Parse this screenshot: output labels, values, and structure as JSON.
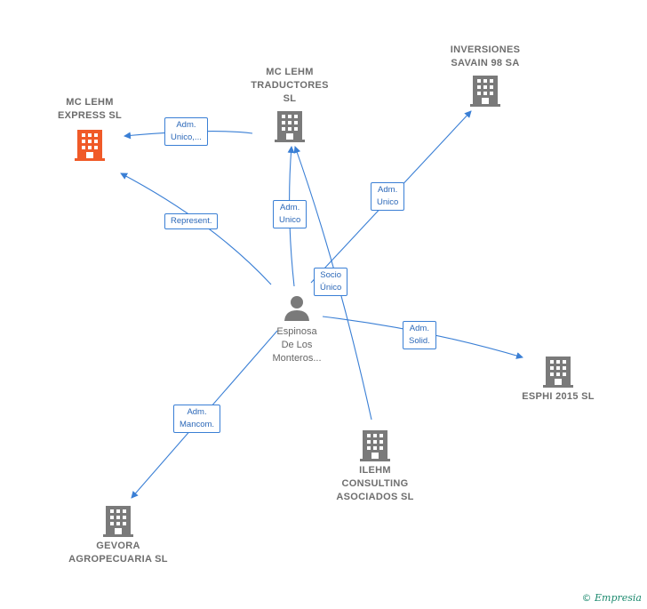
{
  "colors": {
    "edge": "#3a7fd5",
    "building": "#7a7a7a",
    "building_main": "#f05a28",
    "person": "#7a7a7a",
    "brand": "#1d8a6f"
  },
  "nodes": {
    "mc_lehm_express": {
      "name": "MC LEHM\nEXPRESS  SL",
      "icon": "building-icon"
    },
    "mc_lehm_traductores": {
      "name": "MC LEHM\nTRADUCTORES\nSL",
      "icon": "building-icon"
    },
    "inversiones_savain": {
      "name": "INVERSIONES\nSAVAIN 98 SA",
      "icon": "building-icon"
    },
    "espinosa": {
      "name": "Espinosa\nDe Los\nMonteros...",
      "icon": "person-icon"
    },
    "esphi": {
      "name": "ESPHI 2015  SL",
      "icon": "building-icon"
    },
    "ilehm": {
      "name": "ILEHM\nCONSULTING\nASOCIADOS SL",
      "icon": "building-icon"
    },
    "gevora": {
      "name": "GEVORA\nAGROPECUARIA SL",
      "icon": "building-icon"
    }
  },
  "edge_labels": {
    "adm_unico_trunc": "Adm.\nUnico,...",
    "represent": "Represent.",
    "adm_unico_trad": "Adm.\nUnico",
    "adm_unico_inv": "Adm.\nUnico",
    "socio_unico": "Socio\nÚnico",
    "adm_solid": "Adm.\nSolid.",
    "adm_mancom": "Adm.\nMancom."
  },
  "footer": {
    "copyright": "©",
    "brand": "Empresia"
  }
}
